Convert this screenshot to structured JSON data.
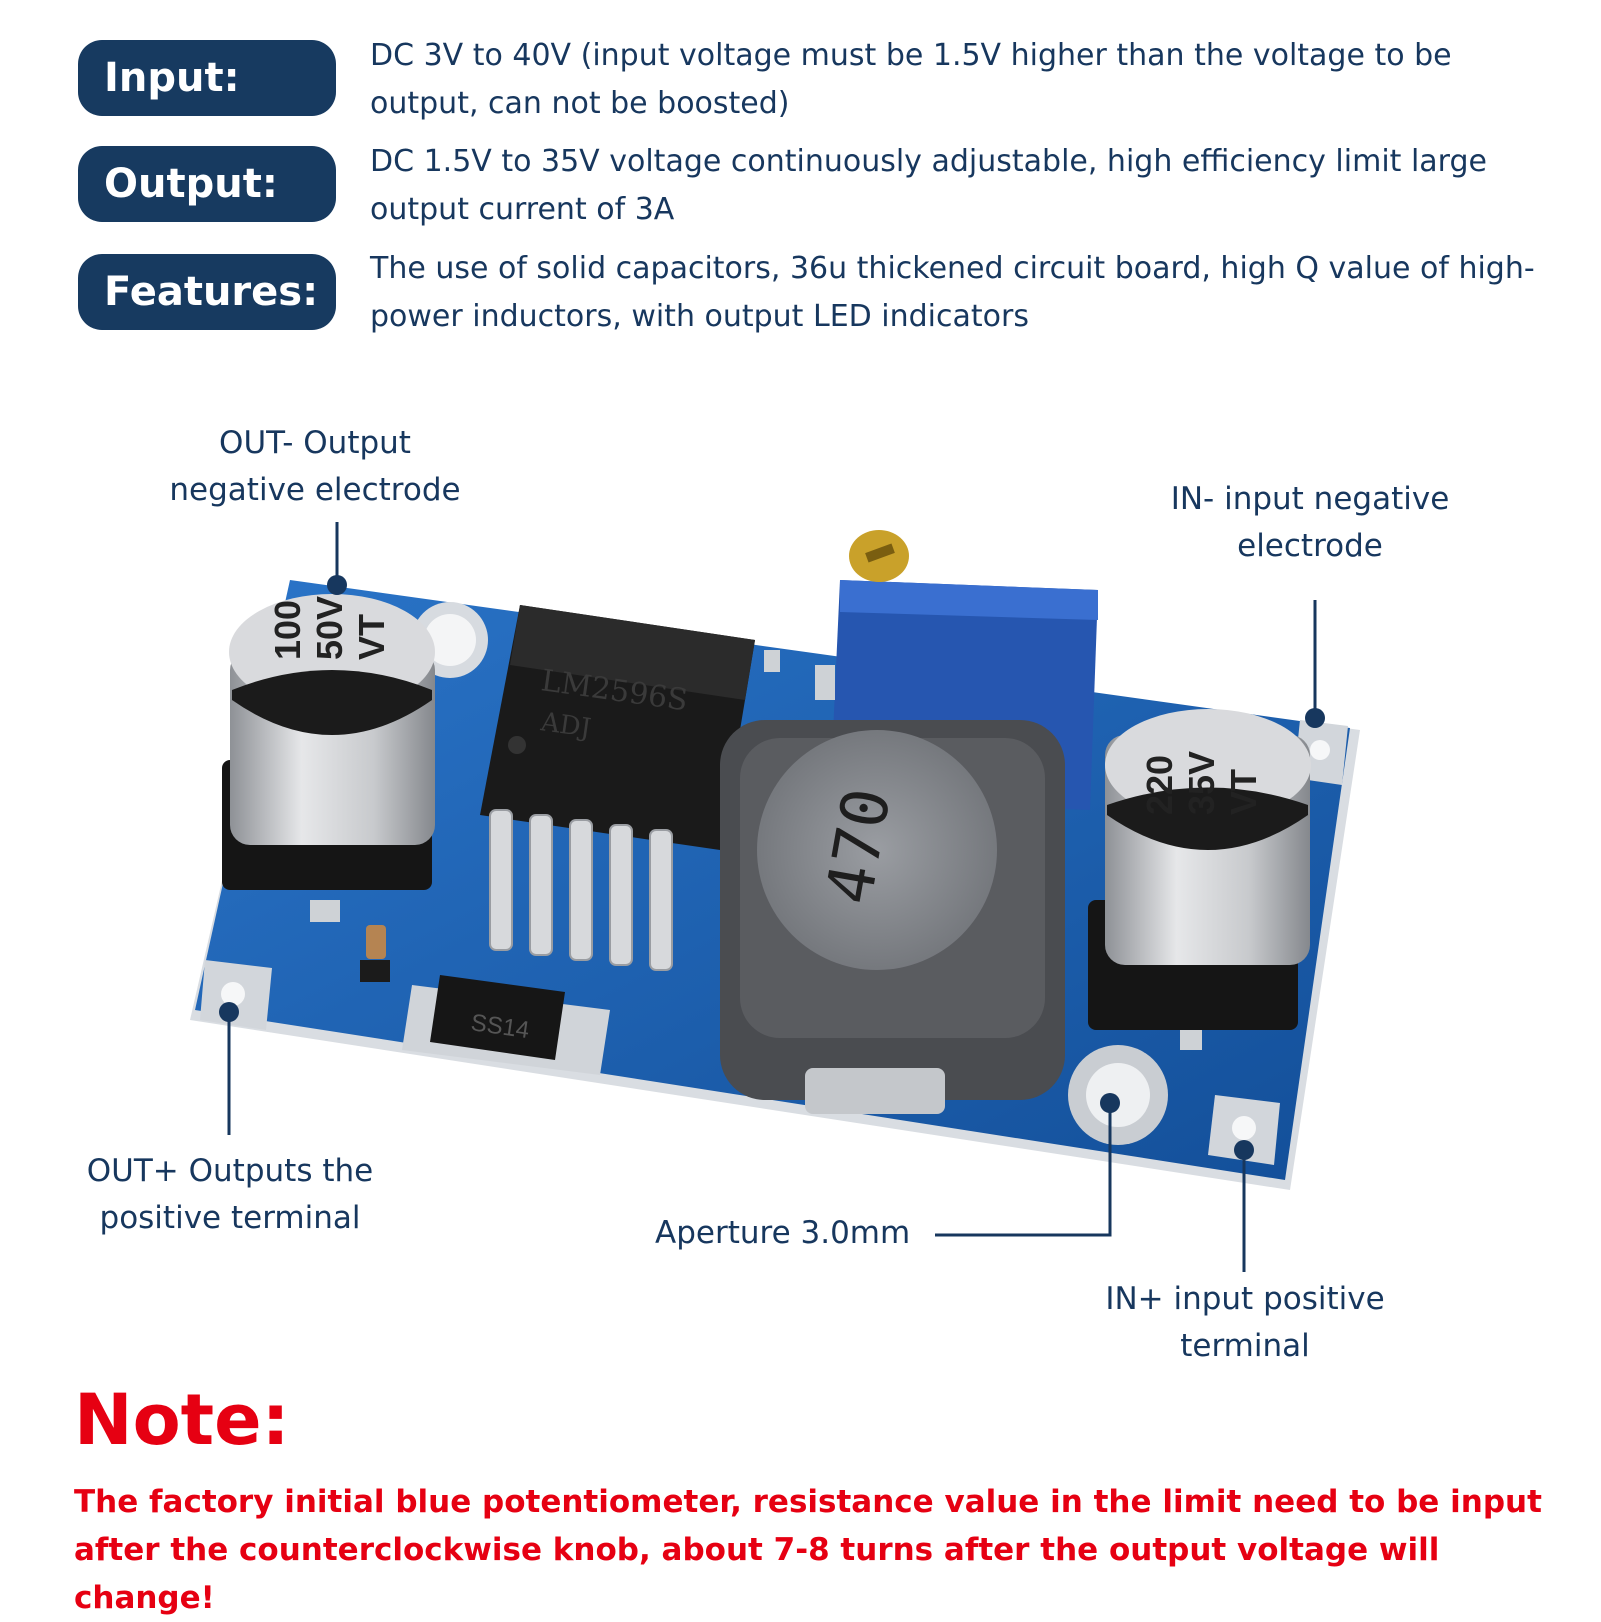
{
  "specs": [
    {
      "label": "Input:",
      "text": "DC 3V to 40V (input voltage must be 1.5V higher than the voltage to be output, can not be boosted)"
    },
    {
      "label": "Output:",
      "text": "DC 1.5V to 35V voltage continuously adjustable, high efficiency limit large output current of 3A"
    },
    {
      "label": "Features:",
      "text": "The use of solid capacitors, 36u thickened circuit board, high Q value of high-power inductors, with output LED indicators"
    }
  ],
  "callouts": {
    "out_neg": "OUT- Output negative electrode",
    "in_neg": "IN- input negative electrode",
    "out_pos": "OUT+ Outputs the positive terminal",
    "aperture": "Aperture 3.0mm",
    "in_pos": "IN+ input positive terminal"
  },
  "board": {
    "cap_left": [
      "100",
      "50V",
      "VT"
    ],
    "cap_right": [
      "220",
      "35V",
      "VT"
    ],
    "chip_text": [
      "LM2596S",
      "ADJ"
    ],
    "inductor_text": "470",
    "diode_text": "SS14"
  },
  "note": {
    "title": "Note:",
    "text": "The factory initial blue potentiometer, resistance value in the limit need to be input after the counterclockwise knob, about 7-8 turns after the output voltage will change!"
  },
  "colors": {
    "navy": "#173a60",
    "note_red": "#e60012",
    "pcb_blue": "#1c63b8"
  }
}
